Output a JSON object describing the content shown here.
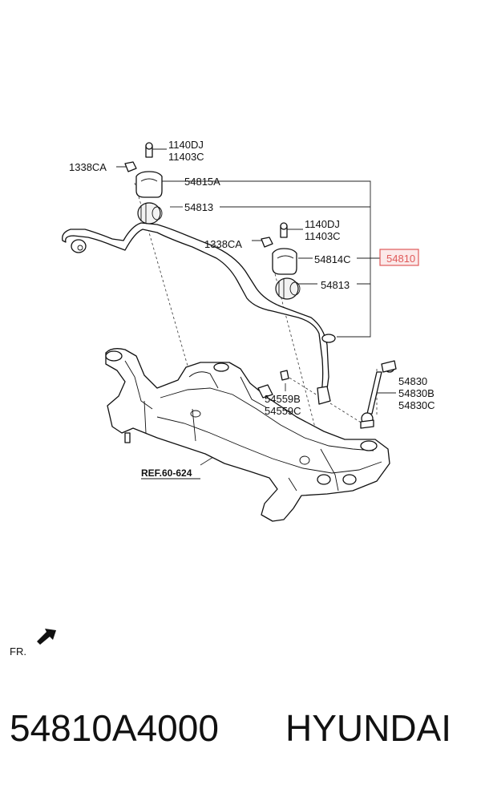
{
  "labels": {
    "bolt_top_left_1": "1140DJ",
    "bolt_top_left_2": "11403C",
    "nut_left": "1338CA",
    "bracket_left": "54815A",
    "bushing_left": "54813",
    "bolt_right_1": "1140DJ",
    "bolt_right_2": "11403C",
    "nut_right": "1338CA",
    "bracket_right": "54814C",
    "assembly": "54810",
    "bushing_right": "54813",
    "link_1": "54830",
    "link_2": "54830B",
    "link_3": "54830C",
    "nut_link_1": "54559B",
    "nut_link_2": "54559C",
    "reference": "REF.60-624",
    "front": "FR."
  },
  "highlight_color": "#e05a5a",
  "footer": {
    "part_number": "54810A4000",
    "brand": "HYUNDAI"
  }
}
